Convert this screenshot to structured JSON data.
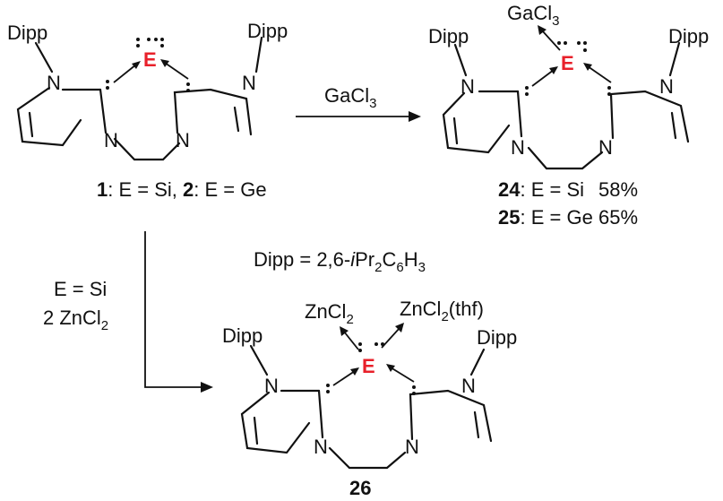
{
  "compounds": {
    "start": {
      "element": "E",
      "sub": "Dipp",
      "n": "N"
    },
    "ga": {
      "lewis_acid": "GaCl",
      "lewis_acid_sub": "3",
      "element": "E",
      "sub": "Dipp",
      "n": "N"
    },
    "zn": {
      "zn1": "ZnCl",
      "zn1_sub": "2",
      "zn2": "ZnCl",
      "zn2_sub": "2",
      "zn2_tail": "(thf)",
      "element": "E",
      "sub": "Dipp",
      "n": "N"
    }
  },
  "caption_start": {
    "num1": "1",
    "text1": ": E = Si, ",
    "num2": "2",
    "text2": ": E = Ge"
  },
  "caption_ga": [
    {
      "num": "24",
      "text": ": E = Si",
      "yield": "58%"
    },
    {
      "num": "25",
      "text": ": E = Ge",
      "yield": "65%"
    }
  ],
  "caption_zn": {
    "num": "26"
  },
  "reaction_ga": {
    "reagent": "GaCl",
    "reagent_sub": "3"
  },
  "reaction_zn": {
    "line1": "E = Si",
    "line2_pre": "2 ZnCl",
    "line2_sub": "2"
  },
  "dipp_def": {
    "pre": "Dipp = 2,6-",
    "ital": "i",
    "pr": "Pr",
    "pr_sub": "2",
    "c": "C",
    "c_sub": "6",
    "h": "H",
    "h_sub": "3"
  },
  "colors": {
    "element": "#e8202a",
    "ink": "#111111"
  }
}
